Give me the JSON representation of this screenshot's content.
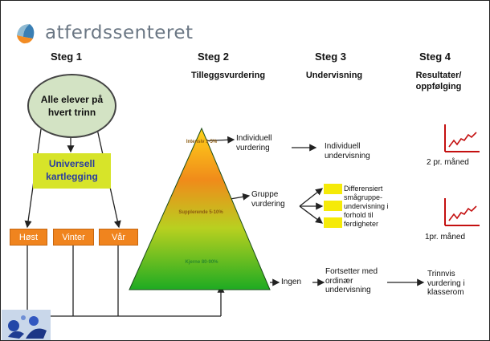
{
  "brand": "atferdssenteret",
  "steps": [
    {
      "title": "Steg 1",
      "subtitle": ""
    },
    {
      "title": "Steg 2",
      "subtitle": "Tilleggsvurdering"
    },
    {
      "title": "Steg 3",
      "subtitle": "Undervisning"
    },
    {
      "title": "Steg 4",
      "subtitle": "Resultater/ oppfølging"
    }
  ],
  "ellipse_text": "Alle elever på hvert trinn",
  "universal_label": "Universell kartlegging",
  "seasons": [
    "Høst",
    "Vinter",
    "Vår"
  ],
  "pyramid": {
    "intensiv": "Intensiv 1-5%",
    "supplerende": "Supplerende 5-10%",
    "kjerne": "Kjerne 80-90%"
  },
  "steg2_labels": {
    "individuell": "Individuell vurdering",
    "gruppe": "Gruppe vurdering",
    "ingen": "Ingen"
  },
  "steg3_labels": {
    "individuell": "Individuell undervisning",
    "differensiert": "Differensiert smågruppe-undervisning i forhold til ferdigheter",
    "fortsetter": "Fortsetter med ordinær undervisning"
  },
  "steg4_labels": {
    "top_freq": "2 pr. måned",
    "mid_freq": "1pr. måned",
    "trinnvis": "Trinnvis vurdering i klasserom"
  },
  "colors": {
    "ellipse": "#d3e3c4",
    "universal": "#d7e429",
    "season": "#f0841e",
    "pyramid_top": "#ffd21a",
    "pyramid_bottom": "#1eab22",
    "yellow_boxes": "#f5ea08",
    "chart_line": "#c41010"
  }
}
